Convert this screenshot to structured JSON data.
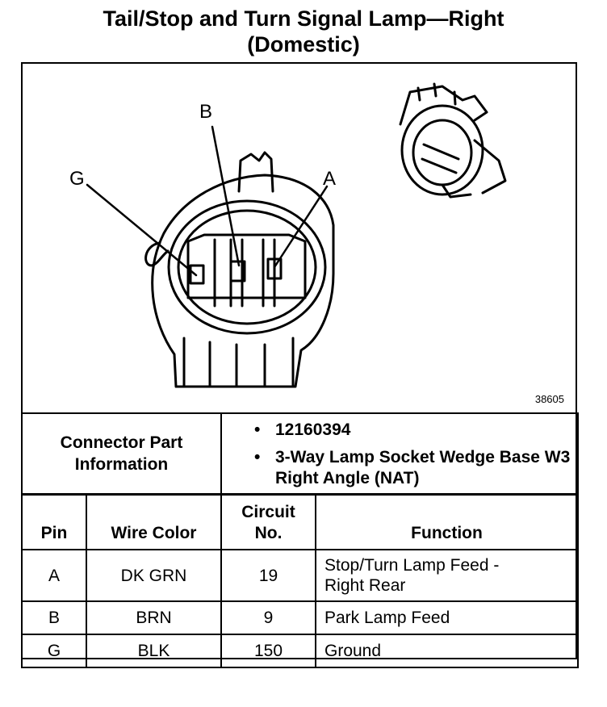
{
  "title_line1": "Tail/Stop and Turn Signal Lamp—Right",
  "title_line2": "(Domestic)",
  "figure": {
    "labels": {
      "b": "B",
      "g": "G",
      "a": "A"
    },
    "figure_number": "38605"
  },
  "connector_info": {
    "label_line1": "Connector Part",
    "label_line2": "Information",
    "items": [
      "12160394",
      "3-Way Lamp Socket Wedge Base W3 Right Angle (NAT)"
    ]
  },
  "pin_table": {
    "headers": {
      "pin": "Pin",
      "wire_color": "Wire Color",
      "circuit_line1": "Circuit",
      "circuit_line2": "No.",
      "function": "Function"
    },
    "rows": [
      {
        "pin": "A",
        "wire_color": "DK GRN",
        "circuit": "19",
        "function_line1": "Stop/Turn Lamp Feed -",
        "function_line2": "Right Rear"
      },
      {
        "pin": "B",
        "wire_color": "BRN",
        "circuit": "9",
        "function_line1": "Park Lamp Feed",
        "function_line2": ""
      },
      {
        "pin": "G",
        "wire_color": "BLK",
        "circuit": "150",
        "function_line1": "Ground",
        "function_line2": ""
      }
    ]
  }
}
